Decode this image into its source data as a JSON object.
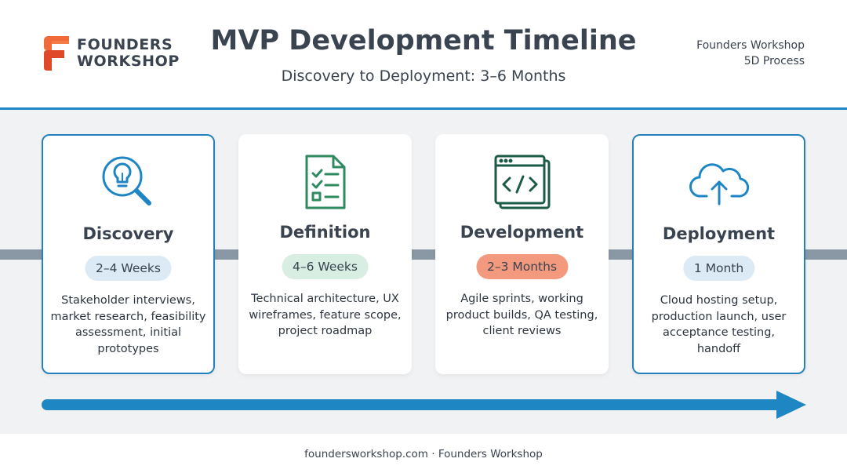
{
  "brand": {
    "logo_line1": "FOUNDERS",
    "logo_line2": "WORKSHOP"
  },
  "header": {
    "title": "MVP Development Timeline",
    "subtitle": "Discovery to Deployment: 3–6 Months",
    "corner_line1": "Founders Workshop",
    "corner_line2": "5D Process"
  },
  "phases": [
    {
      "icon": "lightbulb-magnifier-icon",
      "title": "Discovery",
      "duration": "2–4 Weeks",
      "pill_color": "#dceaf6",
      "description": "Stakeholder interviews, market research, feasibility assessment, initial prototypes"
    },
    {
      "icon": "checklist-document-icon",
      "title": "Definition",
      "duration": "4–6 Weeks",
      "pill_color": "#d8eee2",
      "description": "Technical architecture, UX wireframes, feature scope, project roadmap"
    },
    {
      "icon": "code-window-icon",
      "title": "Development",
      "duration": "2–3 Months",
      "pill_color": "#f39a7e",
      "description": "Agile sprints, working product builds, QA testing, client reviews"
    },
    {
      "icon": "cloud-upload-icon",
      "title": "Deployment",
      "duration": "1 Month",
      "pill_color": "#dceaf6",
      "description": "Cloud hosting setup, production launch, user acceptance testing, handoff"
    }
  ],
  "colors": {
    "accent_blue": "#1f86c4",
    "teal": "#25707e",
    "green": "#2f8a5f",
    "dark_green": "#1c5a48",
    "logo_orange": "#ee5a2e"
  },
  "footer": {
    "text": "foundersworkshop.com · Founders Workshop"
  }
}
